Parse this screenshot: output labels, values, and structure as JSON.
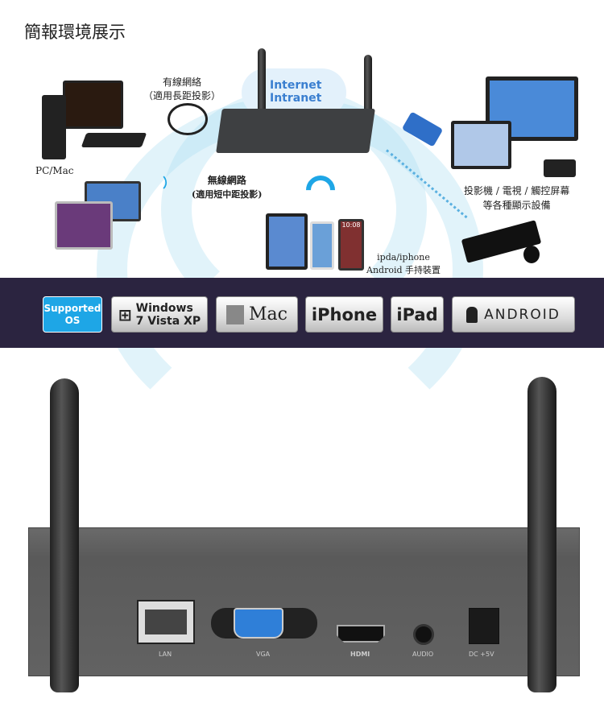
{
  "title": "簡報環境展示",
  "diagram": {
    "cloud": [
      "Internet",
      "Intranet"
    ],
    "wired": {
      "title": "有線網絡",
      "note": "（適用長距投影）"
    },
    "wireless": {
      "title": "無線網路",
      "note": "(適用短中距投影)"
    },
    "pc_label": "PC/Mac",
    "display_label": [
      "投影機 / 電視 / 觸控屏幕",
      "等各種顯示設備"
    ],
    "mobile_label": [
      "ipda/iphone",
      "Android 手持裝置"
    ],
    "phone_clock": "10:08"
  },
  "supported_os": {
    "label": "Supported OS",
    "items": [
      "Windows",
      "7 Vista XP",
      "Mac",
      "iPhone",
      "iPad",
      "ANDROID"
    ]
  },
  "ports": [
    "LAN",
    "VGA",
    "HDMI",
    "AUDIO",
    "DC +5V"
  ],
  "colors": {
    "band": "#2b2440",
    "supported": "#1ea6e6",
    "vga": "#2f7fd8"
  }
}
